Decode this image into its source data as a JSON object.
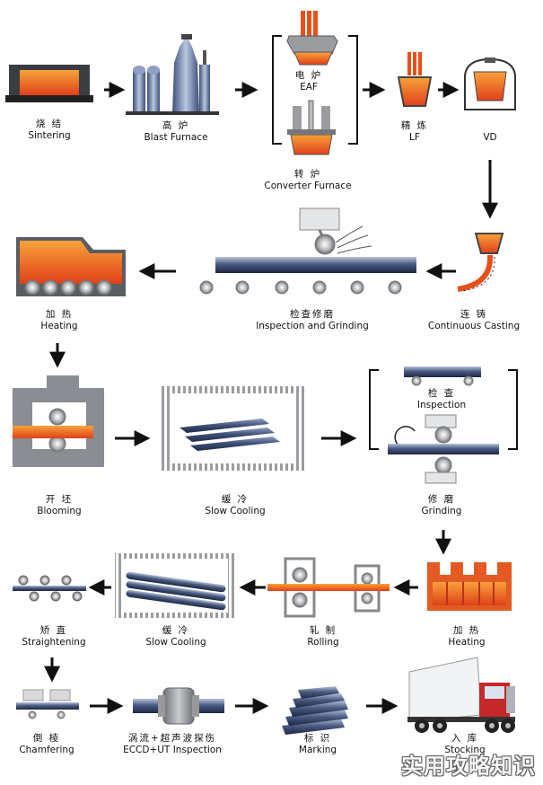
{
  "steps": {
    "sintering": {
      "zh": "烧 结",
      "en": "Sintering"
    },
    "blast_furnace": {
      "zh": "高 炉",
      "en": "Blast Furnace"
    },
    "eaf": {
      "zh": "电 炉",
      "en": "EAF"
    },
    "converter": {
      "zh": "转 炉",
      "en": "Converter Furnace"
    },
    "lf": {
      "zh": "精 炼",
      "en": "LF"
    },
    "vd": {
      "zh": "",
      "en": "VD"
    },
    "continuous_casting": {
      "zh": "连 铸",
      "en": "Continuous Casting"
    },
    "inspection_grinding": {
      "zh": "检查修磨",
      "en": "Inspection and Grinding"
    },
    "heating_1": {
      "zh": "加 热",
      "en": "Heating"
    },
    "blooming": {
      "zh": "开 坯",
      "en": "Blooming"
    },
    "slow_cooling_1": {
      "zh": "缓 冷",
      "en": "Slow Cooling"
    },
    "inspection": {
      "zh": "检 查",
      "en": "Inspection"
    },
    "grinding": {
      "zh": "修 磨",
      "en": "Grinding"
    },
    "heating_2": {
      "zh": "加 热",
      "en": "Heating"
    },
    "rolling": {
      "zh": "轧 制",
      "en": "Rolling"
    },
    "slow_cooling_2": {
      "zh": "缓 冷",
      "en": "Slow Cooling"
    },
    "straightening": {
      "zh": "矫 直",
      "en": "Straightening"
    },
    "chamfering": {
      "zh": "倒 棱",
      "en": "Chamfering"
    },
    "eccd_ut": {
      "zh": "涡流+超声波探伤",
      "en": "ECCD+UT Inspection"
    },
    "marking": {
      "zh": "标 识",
      "en": "Marking"
    },
    "stocking": {
      "zh": "入 库",
      "en": "Stocking"
    }
  },
  "watermark": "实用攻略知识",
  "colors": {
    "molten": "#e8501a",
    "molten_light": "#f7a23a",
    "steel_dark": "#2b3a5c",
    "steel_mid": "#5b6d95",
    "machine_gray": "#8a8d91",
    "arrow": "#111111"
  }
}
